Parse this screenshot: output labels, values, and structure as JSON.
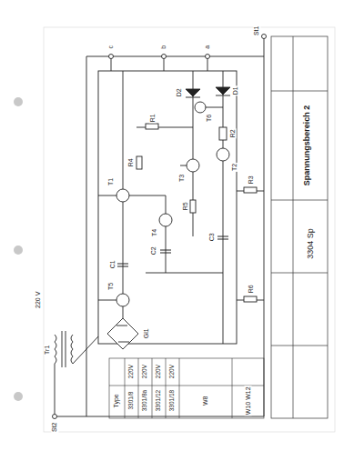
{
  "diagram": {
    "title": "Spannungsbereich 2",
    "labels": [
      "3304 Sp",
      "St1",
      "St2",
      "a",
      "b",
      "c",
      "Tr1",
      "Gl1",
      "220 V",
      "C1",
      "C2",
      "C3",
      "T1",
      "T2",
      "T3",
      "T4",
      "T5",
      "T6",
      "R1",
      "R2",
      "R3",
      "R4",
      "R5",
      "R6",
      "D1",
      "D2",
      "Type",
      "3301/8",
      "3301/8a",
      "3301/12",
      "3301/18",
      "220V",
      "220V",
      "220V",
      "220V",
      "W8",
      "W10 W12"
    ]
  }
}
